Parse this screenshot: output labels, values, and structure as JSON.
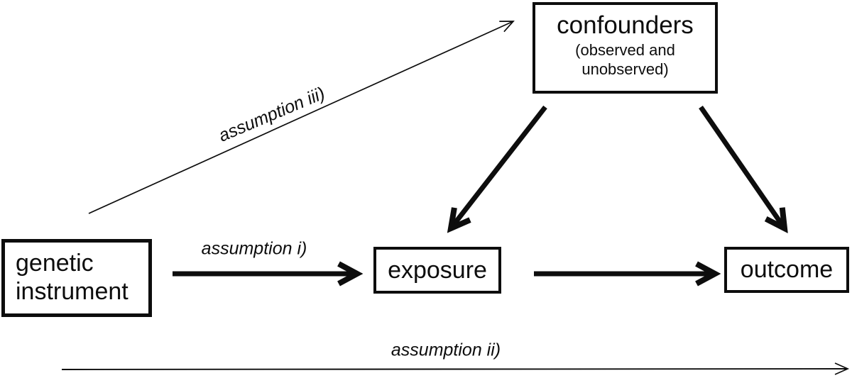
{
  "nodes": {
    "genetic_instrument": {
      "label": "genetic instrument"
    },
    "confounders": {
      "title": "confounders",
      "subtitle": "(observed and unobserved)"
    },
    "exposure": {
      "label": "exposure"
    },
    "outcome": {
      "label": "outcome"
    }
  },
  "labels": {
    "assumption_i": "assumption i)",
    "assumption_ii": "assumption ii)",
    "assumption_iii": "assumption iii)"
  },
  "edges": [
    {
      "from": "genetic_instrument",
      "to": "exposure",
      "style": "thick-solid",
      "label": "assumption i)"
    },
    {
      "from": "exposure",
      "to": "outcome",
      "style": "thick-solid",
      "label": ""
    },
    {
      "from": "confounders",
      "to": "exposure",
      "style": "thick-solid",
      "label": ""
    },
    {
      "from": "confounders",
      "to": "outcome",
      "style": "thick-solid",
      "label": ""
    },
    {
      "from": "genetic_instrument",
      "to": "confounders",
      "style": "thin-open",
      "label": "assumption iii)"
    },
    {
      "from": "genetic_instrument",
      "to": "outcome",
      "style": "thin-open",
      "label": "assumption ii)"
    }
  ],
  "colors": {
    "ink": "#0d0d0d",
    "background": "#ffffff"
  }
}
